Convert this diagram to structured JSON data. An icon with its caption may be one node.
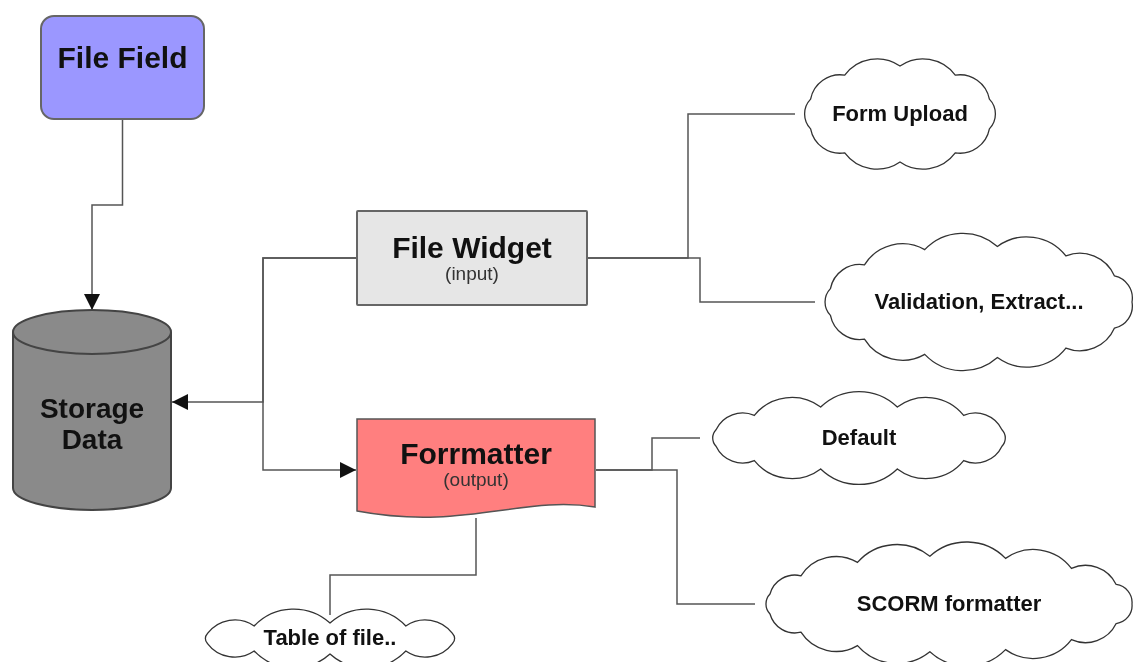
{
  "diagram": {
    "nodes": [
      {
        "text": [
          "File Field"
        ]
      },
      {
        "text": [
          "Storage Data"
        ]
      },
      {
        "text": [
          "File Widget",
          "(input)"
        ]
      },
      {
        "text": [
          "Forrmatter",
          "(output)"
        ]
      },
      {
        "text": [
          "Form Upload"
        ]
      },
      {
        "text": [
          "Validation, Extract..."
        ]
      },
      {
        "text": [
          "Default"
        ]
      },
      {
        "text": [
          "SCORM formatter"
        ]
      },
      {
        "text": [
          "Table of file.."
        ]
      }
    ],
    "edges": [
      {
        "from": 0,
        "to": 1,
        "arrow": "to"
      },
      {
        "from": 2,
        "to": 1,
        "arrow": "to"
      },
      {
        "from": 2,
        "to": 3,
        "arrow": "to"
      },
      {
        "from": 2,
        "to": 4,
        "arrow": "none"
      },
      {
        "from": 2,
        "to": 5,
        "arrow": "none"
      },
      {
        "from": 3,
        "to": 6,
        "arrow": "none"
      },
      {
        "from": 3,
        "to": 7,
        "arrow": "none"
      },
      {
        "from": 3,
        "to": 8,
        "arrow": "none"
      }
    ]
  }
}
